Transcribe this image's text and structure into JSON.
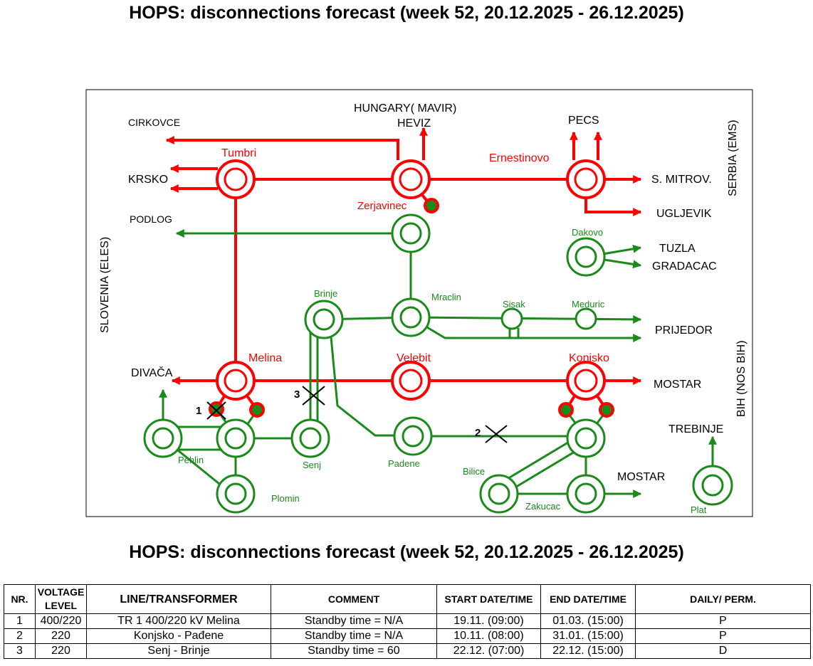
{
  "title": "HOPS: disconnections forecast (week 52, 20.12.2025 - 26.12.2025)",
  "colors": {
    "line_400": "#ff0000",
    "line_220_110": "#1a8a1a",
    "ink": "#000000",
    "frame": "#000000"
  },
  "diagram": {
    "substations": {
      "tumbri": "Tumbri",
      "heviz": "HEVIZ",
      "ernestinovo": "Ernestinovo",
      "zerjavinec": "Zerjavinec",
      "dakovo": "Dakovo",
      "brinje": "Brinje",
      "mraclin": "Mraclin",
      "sisak": "Sisak",
      "meduric": "Meduric",
      "melina": "Melina",
      "velebit": "Velebit",
      "konjsko": "Konjsko",
      "pehlin": "Pehlin",
      "senj": "Senj",
      "padene": "Padene",
      "plomin": "Plomin",
      "bilice": "Bilice",
      "zakucac": "Zakucac",
      "plat": "Plat"
    },
    "borders": {
      "hungary": "HUNGARY( MAVIR)",
      "serbia": "SERBIA (EMS)",
      "slovenia": "SLOVENIA (ELES)",
      "bih": "BIH (NOS BIH)"
    },
    "ext_nodes": {
      "cirkovce": "CIRKOVCE",
      "krsko": "KRSKO",
      "podlog": "PODLOG",
      "pecs": "PECS",
      "s_mitrov": "S. MITROV.",
      "ugljevik": "UGLJEVIK",
      "tuzla": "TUZLA",
      "gradacac": "GRADACAC",
      "prijedor": "PRIJEDOR",
      "mostar_1": "MOSTAR",
      "mostar_2": "MOSTAR",
      "trebinje": "TREBINJE",
      "divaca": "DIVAČA"
    },
    "outage_marks": [
      "1",
      "2",
      "3"
    ]
  },
  "schedule": {
    "headers": [
      "NR.",
      "VOLTAGE LEVEL",
      "LINE/TRANSFORMER",
      "COMMENT",
      "START DATE/TIME",
      "END DATE/TIME",
      "DAILY/ PERM."
    ],
    "rows": [
      [
        "1",
        "400/220",
        "TR 1 400/220 kV Melina",
        "Standby time = N/A",
        "19.11. (09:00)",
        "01.03. (15:00)",
        "P"
      ],
      [
        "2",
        "220",
        "Konjsko - Pađene",
        "Standby time = N/A",
        "10.11. (08:00)",
        "31.01. (15:00)",
        "P"
      ],
      [
        "3",
        "220",
        "Senj - Brinje",
        "Standby time = 60",
        "22.12. (07:00)",
        "22.12. (15:00)",
        "D"
      ]
    ]
  }
}
